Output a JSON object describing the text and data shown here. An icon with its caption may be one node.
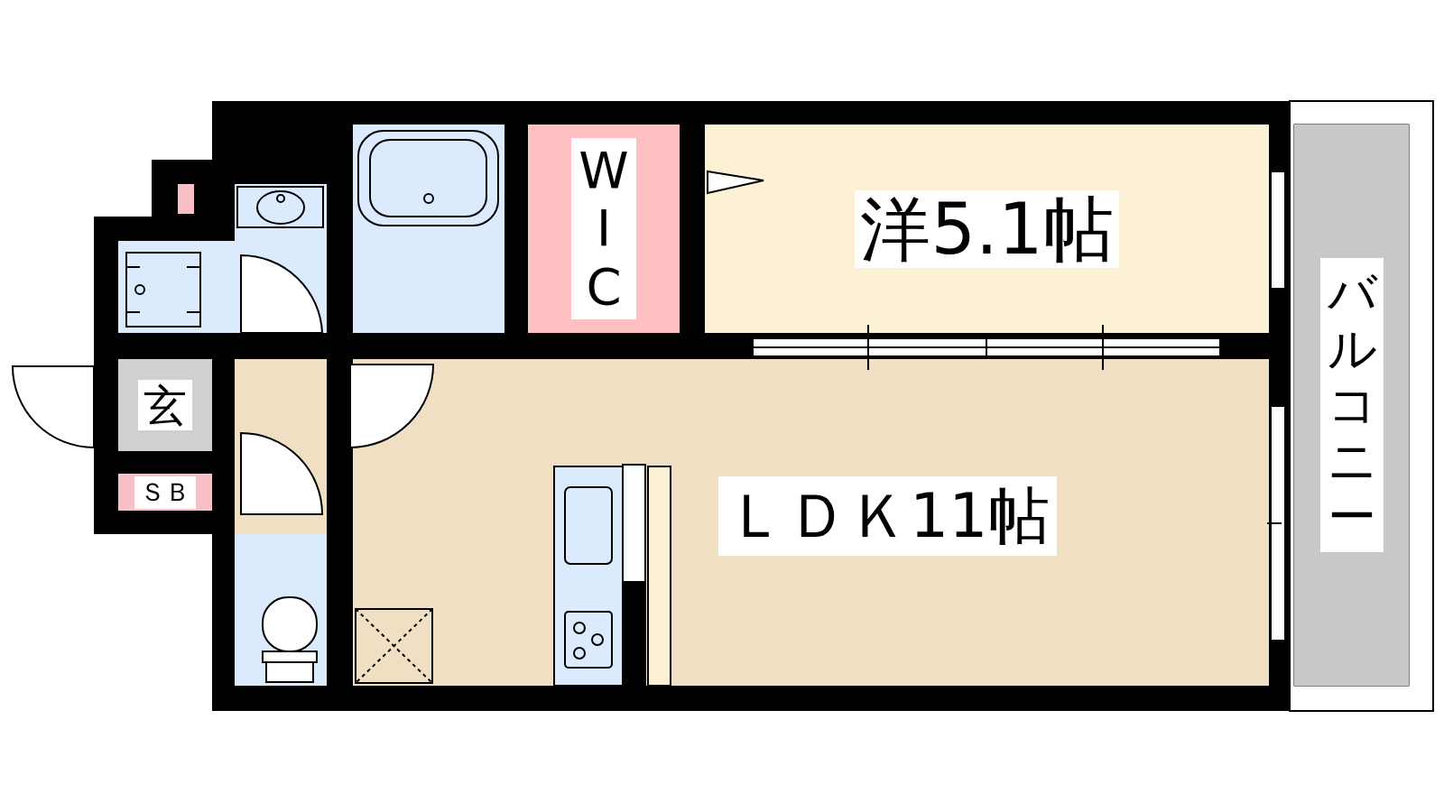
{
  "diagram": {
    "nodes": [
      {
        "text": [
          "W I C"
        ]
      },
      {
        "text": [
          "洋5.1帖"
        ]
      },
      {
        "text": [
          "玄"
        ]
      },
      {
        "text": [
          "ＳＢ"
        ]
      },
      {
        "text": [
          "ＬＤＫ11帖"
        ]
      },
      {
        "text": [
          "バルコニー"
        ]
      }
    ]
  }
}
